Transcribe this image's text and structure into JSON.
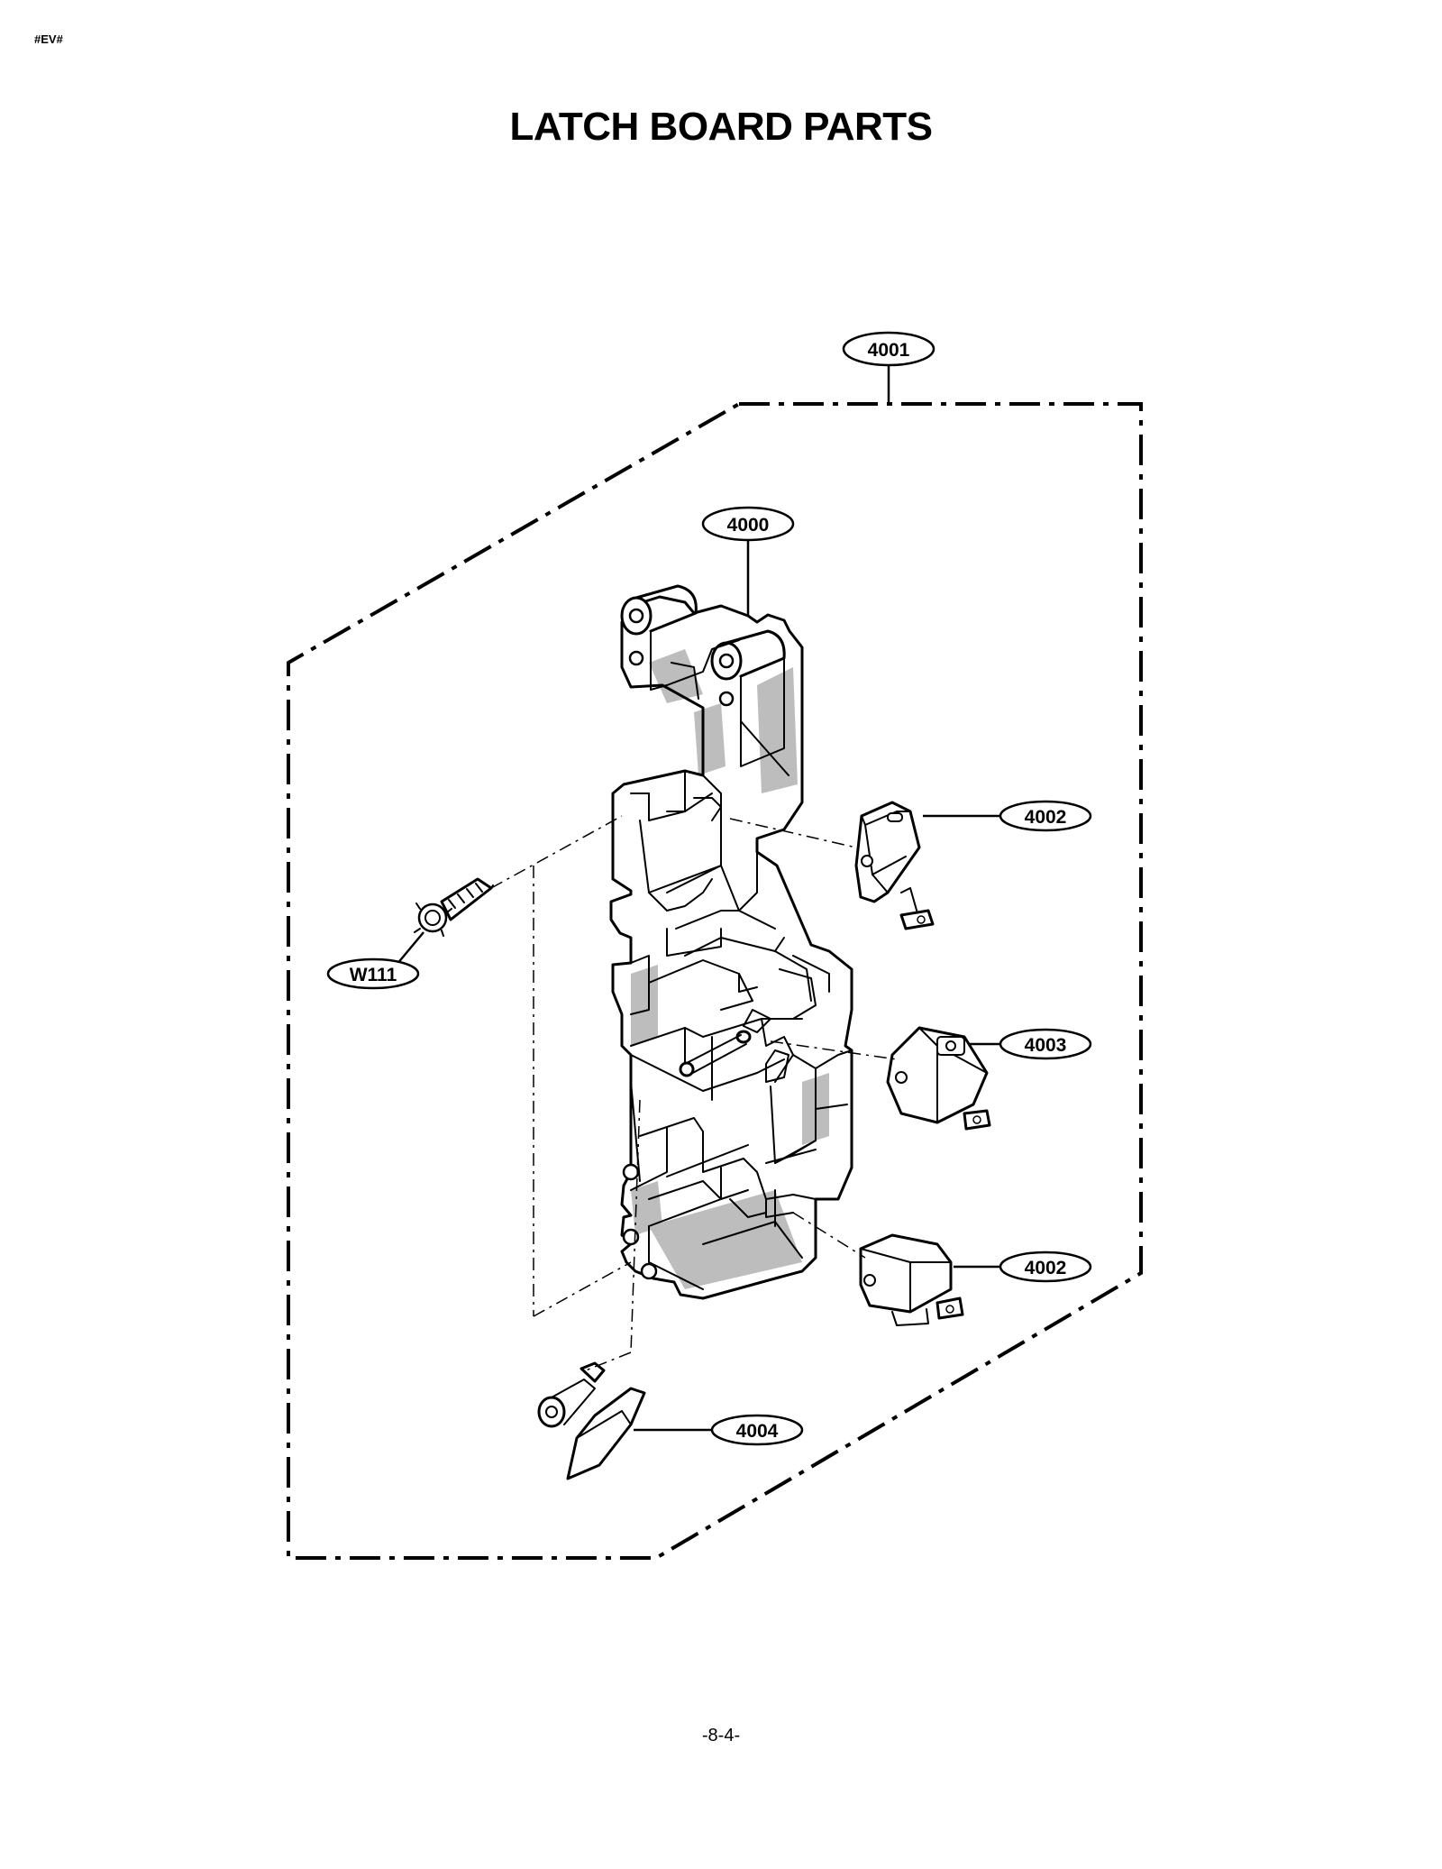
{
  "doc_code": "#EV#",
  "title": "LATCH BOARD PARTS",
  "page_number": "-8-4-",
  "callouts": {
    "assembly": "4001",
    "latch_board": "4000",
    "switch_upper": "4002",
    "switch_middle": "4003",
    "switch_lower": "4002",
    "lever": "4004",
    "screw": "W111"
  }
}
